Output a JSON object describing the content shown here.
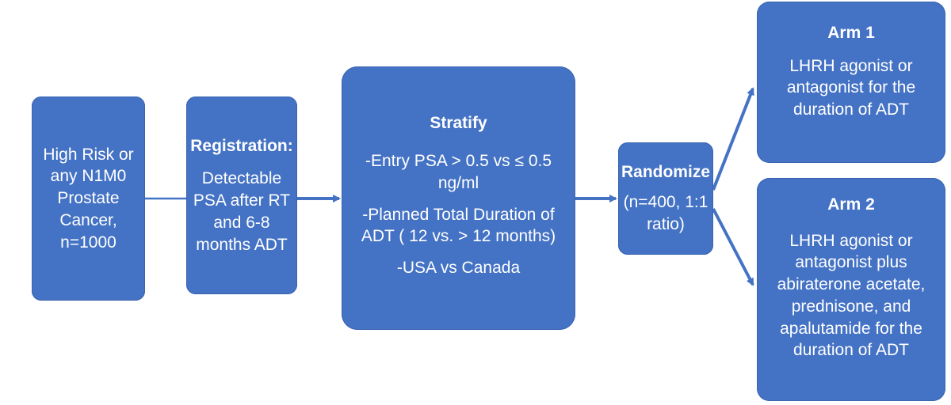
{
  "cohort": {
    "lines": [
      "High Risk or",
      "any N1M0",
      "Prostate",
      "Cancer,",
      "n=1000"
    ]
  },
  "registration": {
    "heading": "Registration:",
    "lines": [
      "Detectable",
      "PSA after RT",
      "and 6-8",
      "months  ADT"
    ]
  },
  "stratify": {
    "heading": "Stratify",
    "items": [
      [
        "-Entry PSA > 0.5 vs ≤ 0.5",
        "ng/ml"
      ],
      [
        "-Planned Total Duration  of",
        "ADT ( 12 vs. > 12 months)"
      ],
      [
        "-USA vs Canada"
      ]
    ]
  },
  "randomize": {
    "heading": "Randomize",
    "lines": [
      "(n=400, 1:1",
      "ratio)"
    ]
  },
  "arm1": {
    "heading": "Arm 1",
    "lines": [
      "LHRH agonist or",
      "antagonist for the",
      "duration  of ADT"
    ]
  },
  "arm2": {
    "heading": "Arm 2",
    "lines": [
      "LHRH agonist or",
      "antagonist plus",
      "abiraterone acetate,",
      "prednisone, and",
      "apalutamide for the",
      "duration  of ADT"
    ]
  },
  "colors": {
    "box_fill": "#4472c4",
    "connector": "#4472c4",
    "text": "#ffffff"
  }
}
